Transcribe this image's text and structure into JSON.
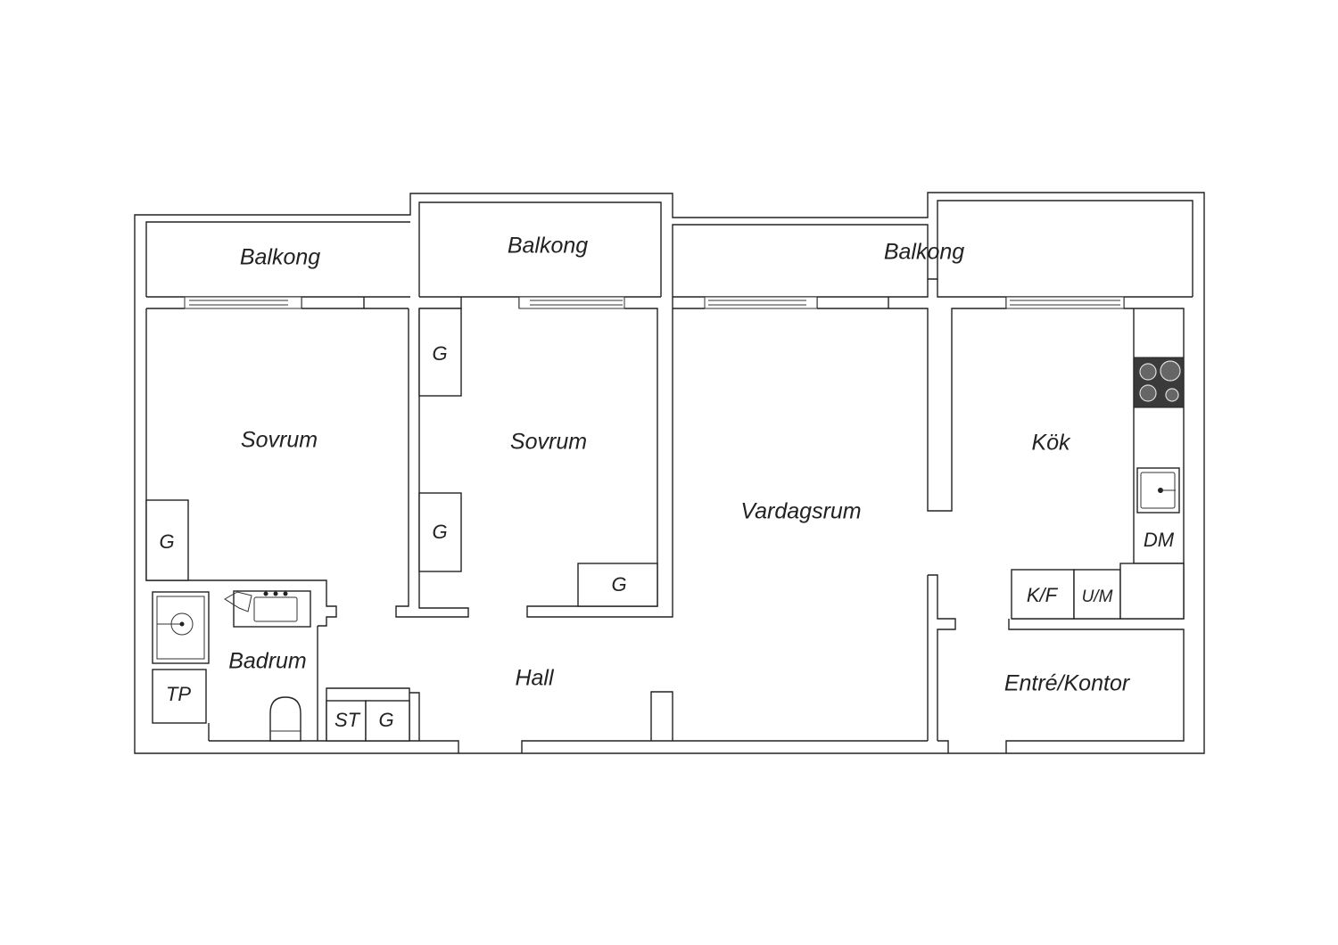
{
  "rooms": {
    "balcony_left": "Balkong",
    "balcony_middle": "Balkong",
    "balcony_right": "Balkong",
    "bedroom_left": "Sovrum",
    "bedroom_middle": "Sovrum",
    "living_room": "Vardagsrum",
    "kitchen": "Kök",
    "bathroom": "Badrum",
    "hall": "Hall",
    "entrance_office": "Entré/Kontor"
  },
  "fixtures": {
    "wardrobe_bed1": "G",
    "wardrobe_bed2_top": "G",
    "wardrobe_bed2_mid": "G",
    "wardrobe_bed2_corner": "G",
    "wardrobe_hall": "G",
    "cleaning_cabinet": "ST",
    "washing_machine": "TP",
    "dishwasher": "DM",
    "fridge_freezer": "K/F",
    "oven_microwave": "U/M"
  },
  "colors": {
    "wall": "#222222",
    "stove_top": "#3a3a3a",
    "background": "#ffffff"
  }
}
